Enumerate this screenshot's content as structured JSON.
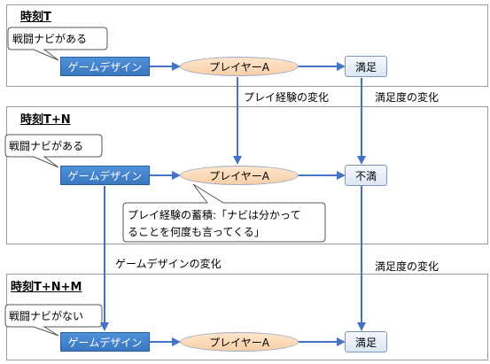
{
  "panels": [
    {
      "title": "時刻T",
      "callout": "戦闘ナビがある",
      "game": "ゲームデザイン",
      "player": "プレイヤーA",
      "result": "満足"
    },
    {
      "title": "時刻T+N",
      "callout": "戦闘ナビがある",
      "game": "ゲームデザイン",
      "player": "プレイヤーA",
      "result": "不満"
    },
    {
      "title": "時刻T+N+M",
      "callout": "戦闘ナビがない",
      "game": "ゲームデザイン",
      "player": "プレイヤーA",
      "result": "満足"
    }
  ],
  "labels": {
    "play_change": "プレイ経験の変化",
    "satisfaction_change_1": "満足度の変化",
    "design_change": "ゲームデザインの変化",
    "satisfaction_change_2": "満足度の変化"
  },
  "experience_callout": {
    "line1": "プレイ経験の蓄積:「ナビは分かって",
    "line2": "ることを何度も言ってくる」"
  },
  "colors": {
    "flow_arrow": "#4472c4",
    "game_fill": "#4a86d0",
    "player_fill": "#fbdcbc",
    "result_fill": "#e8eff8"
  }
}
